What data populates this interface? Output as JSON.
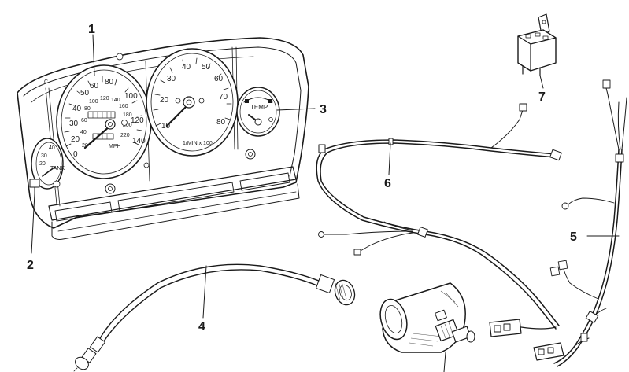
{
  "callouts": {
    "c1": "1",
    "c2": "2",
    "c3": "3",
    "c4": "4",
    "c5": "5",
    "c6": "6",
    "c7": "7"
  },
  "speedometer": {
    "small_ticks": [
      "0",
      "20",
      "30",
      "40",
      "50",
      "60",
      "80",
      "100",
      "120",
      "140"
    ],
    "inner_ticks": [
      "20",
      "40",
      "60",
      "80",
      "100",
      "120",
      "140",
      "160",
      "180",
      "200",
      "220"
    ],
    "unit": "MPH"
  },
  "tachometer": {
    "ticks": [
      "10",
      "20",
      "30",
      "40",
      "50",
      "60",
      "70",
      "80"
    ],
    "unit": "1/MIN x 100"
  },
  "temp_gauge": {
    "label": "TEMP"
  },
  "fuel_gauge": {
    "label": "TANK"
  }
}
